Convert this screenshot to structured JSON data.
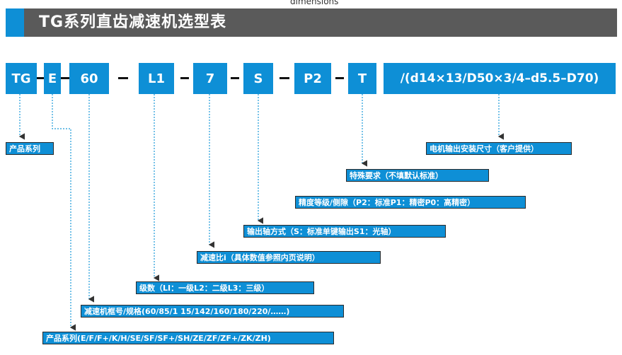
{
  "top_caption": "dimensions",
  "title": "TG系列直齿减速机选型表",
  "codes": {
    "tg": "TG",
    "e": "E",
    "size": "60",
    "l1": "L1",
    "ratio": "7",
    "s": "S",
    "p2": "P2",
    "t": "T",
    "motor": "/(d14×13/D50×3/4–d5.5–D70)"
  },
  "labels": {
    "product_series": "产品系列",
    "motor_dims": "电机输出安装尺寸（客户提供）",
    "special_req": "特殊要求（不填默认标准）",
    "precision": "精度等级/侧隙（P2：标准P1：精密P0：高精密）",
    "output_shaft": "输出轴方式（S：标准单键输出S1：光轴）",
    "ratio": "减速比i（具体数值参照内页说明）",
    "stages": "级数（LI：一级L2：二级L3：三级）",
    "frame_size": "减速机框号/规格(60/85/1 15/142/160/180/220/……)",
    "series_list": "产品系列(E/F/F+/K/H/SE/SF/SF+/SH/ZE/ZF/ZF+/ZK/ZH)"
  },
  "colors": {
    "accent": "#0e8fd6",
    "title_bar": "#5a5a5a"
  }
}
